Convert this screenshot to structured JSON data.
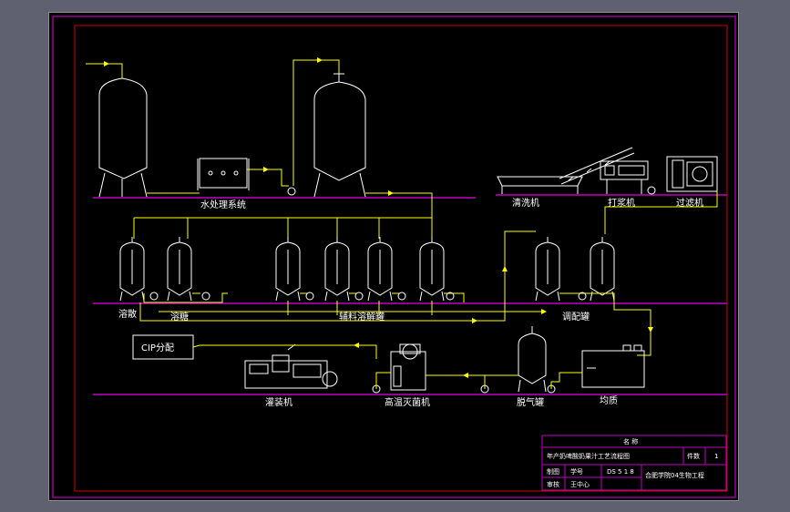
{
  "labels": {
    "water_treatment": "水处理系统",
    "washer": "清洗机",
    "pulper": "打浆机",
    "filter": "过滤机",
    "sugar_dissolve": "溶散",
    "sugar_dissolve_2": "溶糖",
    "aux_dissolve": "辅料溶解罐",
    "blending": "调配罐",
    "cip": "CIP分配",
    "filling": "灌装机",
    "sterilizer": "高温灭菌机",
    "deaerator": "脱气罐",
    "homogenizer": "均质"
  },
  "title_block": {
    "header": "名 称",
    "drawing_name": "年产奶啤酸奶果汁工艺流程图",
    "sheet_label": "件数",
    "sheet_value": "1",
    "drawn_label": "制图",
    "drawn_value": "学号",
    "number": "DS 5 1 8",
    "checked_label": "审核",
    "checked_value": "王中心",
    "org": "合肥学院04生物工程"
  },
  "colors": {
    "background": "#000000",
    "frame": "#c000c0",
    "equipment": "#ffffff",
    "pipeline": "#ffff00"
  }
}
